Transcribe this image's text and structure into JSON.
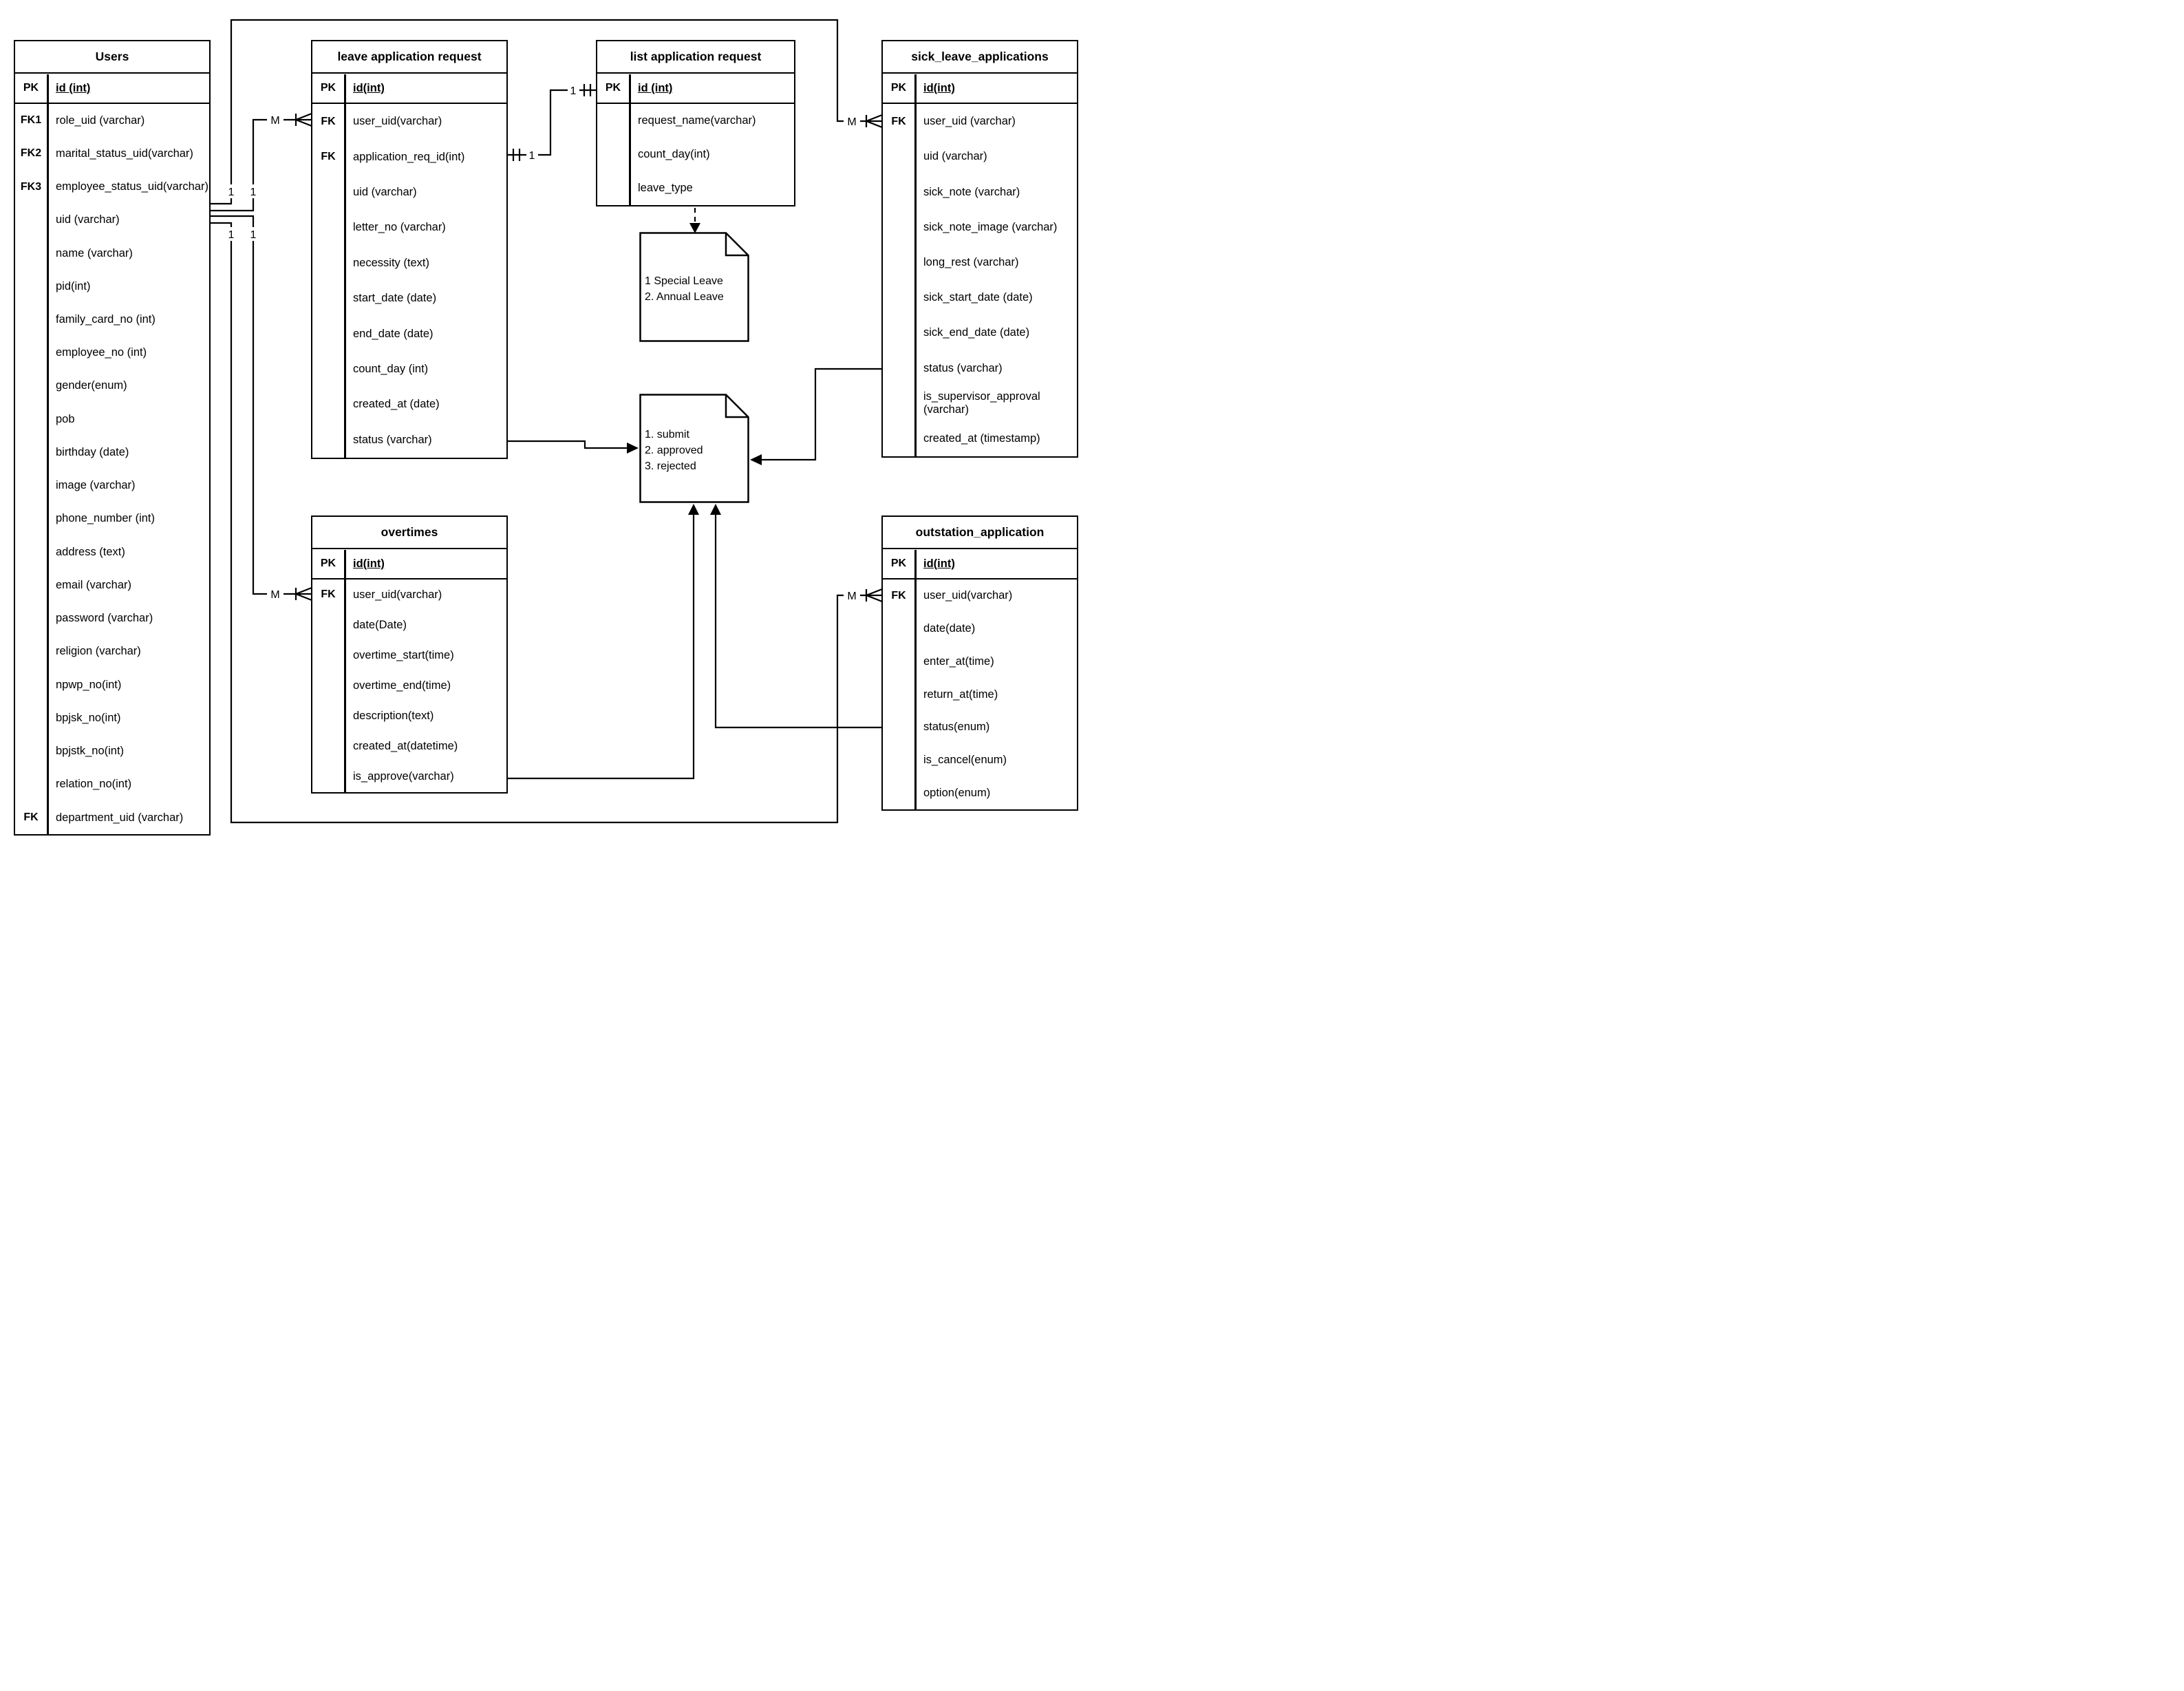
{
  "labels": {
    "many": "M",
    "one": "1"
  },
  "tables": {
    "users": {
      "title": "Users",
      "pk_key": "PK",
      "pk_field": "id (int)",
      "rows": [
        {
          "key": "FK1",
          "field": "role_uid (varchar)"
        },
        {
          "key": "FK2",
          "field": "marital_status_uid(varchar)"
        },
        {
          "key": "FK3",
          "field": "employee_status_uid(varchar)"
        },
        {
          "key": "",
          "field": "uid (varchar)"
        },
        {
          "key": "",
          "field": "name (varchar)"
        },
        {
          "key": "",
          "field": "pid(int)"
        },
        {
          "key": "",
          "field": "family_card_no (int)"
        },
        {
          "key": "",
          "field": "employee_no (int)"
        },
        {
          "key": "",
          "field": "gender(enum)"
        },
        {
          "key": "",
          "field": "pob"
        },
        {
          "key": "",
          "field": "birthday (date)"
        },
        {
          "key": "",
          "field": "image (varchar)"
        },
        {
          "key": "",
          "field": "phone_number (int)"
        },
        {
          "key": "",
          "field": "address (text)"
        },
        {
          "key": "",
          "field": "email (varchar)"
        },
        {
          "key": "",
          "field": "password (varchar)"
        },
        {
          "key": "",
          "field": "religion (varchar)"
        },
        {
          "key": "",
          "field": "npwp_no(int)"
        },
        {
          "key": "",
          "field": "bpjsk_no(int)"
        },
        {
          "key": "",
          "field": "bpjstk_no(int)"
        },
        {
          "key": "",
          "field": "relation_no(int)"
        },
        {
          "key": "FK",
          "field": "department_uid (varchar)"
        }
      ]
    },
    "leave": {
      "title": "leave application request",
      "pk_key": "PK",
      "pk_field": "id(int)",
      "rows": [
        {
          "key": "FK",
          "field": "user_uid(varchar)"
        },
        {
          "key": "FK",
          "field": "application_req_id(int)"
        },
        {
          "key": "",
          "field": "uid (varchar)"
        },
        {
          "key": "",
          "field": "letter_no (varchar)"
        },
        {
          "key": "",
          "field": "necessity (text)"
        },
        {
          "key": "",
          "field": "start_date (date)"
        },
        {
          "key": "",
          "field": "end_date (date)"
        },
        {
          "key": "",
          "field": "count_day (int)"
        },
        {
          "key": "",
          "field": "created_at (date)"
        },
        {
          "key": "",
          "field": "status (varchar)"
        }
      ]
    },
    "list": {
      "title": "list application request",
      "pk_key": "PK",
      "pk_field": "id (int)",
      "rows": [
        {
          "key": "",
          "field": "request_name(varchar)"
        },
        {
          "key": "",
          "field": "count_day(int)"
        },
        {
          "key": "",
          "field": "leave_type"
        }
      ]
    },
    "sick": {
      "title": "sick_leave_applications",
      "pk_key": "PK",
      "pk_field": "id(int)",
      "rows": [
        {
          "key": "FK",
          "field": "user_uid (varchar)"
        },
        {
          "key": "",
          "field": "uid (varchar)"
        },
        {
          "key": "",
          "field": "sick_note (varchar)"
        },
        {
          "key": "",
          "field": "sick_note_image (varchar)"
        },
        {
          "key": "",
          "field": "long_rest (varchar)"
        },
        {
          "key": "",
          "field": "sick_start_date (date)"
        },
        {
          "key": "",
          "field": "sick_end_date (date)"
        },
        {
          "key": "",
          "field": "status (varchar)"
        },
        {
          "key": "",
          "field": "is_supervisor_approval (varchar)"
        },
        {
          "key": "",
          "field": "created_at (timestamp)"
        }
      ]
    },
    "overtimes": {
      "title": "overtimes",
      "pk_key": "PK",
      "pk_field": "id(int)",
      "rows": [
        {
          "key": "FK",
          "field": "user_uid(varchar)"
        },
        {
          "key": "",
          "field": "date(Date)"
        },
        {
          "key": "",
          "field": "overtime_start(time)"
        },
        {
          "key": "",
          "field": "overtime_end(time)"
        },
        {
          "key": "",
          "field": "description(text)"
        },
        {
          "key": "",
          "field": "created_at(datetime)"
        },
        {
          "key": "",
          "field": "is_approve(varchar)"
        }
      ]
    },
    "outstation": {
      "title": "outstation_application",
      "pk_key": "PK",
      "pk_field": "id(int)",
      "rows": [
        {
          "key": "FK",
          "field": "user_uid(varchar)"
        },
        {
          "key": "",
          "field": "date(date)"
        },
        {
          "key": "",
          "field": "enter_at(time)"
        },
        {
          "key": "",
          "field": "return_at(time)"
        },
        {
          "key": "",
          "field": "status(enum)"
        },
        {
          "key": "",
          "field": "is_cancel(enum)"
        },
        {
          "key": "",
          "field": "option(enum)"
        }
      ]
    }
  },
  "notes": {
    "leave_types": {
      "lines": [
        "1 Special Leave",
        "2. Annual Leave"
      ]
    },
    "statuses": {
      "lines": [
        "1. submit",
        "2. approved",
        "3. rejected"
      ]
    }
  }
}
